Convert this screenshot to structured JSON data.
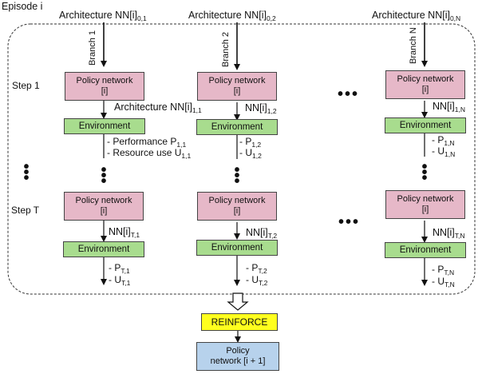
{
  "episode_label": "Episode i",
  "step_labels": {
    "step1": "Step 1",
    "stepT": "Step T"
  },
  "columns": [
    {
      "top_label": "Architecture NN[i]",
      "top_sub": "0,1",
      "branch": "Branch 1",
      "mid_label": "Architecture NN[i]",
      "mid_sub": "1,1",
      "perf_label": "- Performance P",
      "perf_sub": "1,1",
      "res_label": "- Resource use U",
      "res_sub": "1,1",
      "bottom_mid_label": "NN[i]",
      "bottom_mid_sub": "T,1",
      "pt_label": "- P",
      "pt_sub": "T,1",
      "ut_label": "- U",
      "ut_sub": "T,1"
    },
    {
      "top_label": "Architecture NN[i]",
      "top_sub": "0,2",
      "branch": "Branch 2",
      "mid_label": "NN[i]",
      "mid_sub": "1,2",
      "perf_label": "- P",
      "perf_sub": "1,2",
      "res_label": "- U",
      "res_sub": "1,2",
      "bottom_mid_label": "NN[i]",
      "bottom_mid_sub": "T,2",
      "pt_label": "- P",
      "pt_sub": "T,2",
      "ut_label": "- U",
      "ut_sub": "T,2"
    },
    {
      "top_label": "Architecture NN[i]",
      "top_sub": "0,N",
      "branch": "Branch N",
      "mid_label": "NN[i]",
      "mid_sub": "1,N",
      "perf_label": "- P",
      "perf_sub": "1,N",
      "res_label": "- U",
      "res_sub": "1,N",
      "bottom_mid_label": "NN[i]",
      "bottom_mid_sub": "T,N",
      "pt_label": "- P",
      "pt_sub": "T,N",
      "ut_label": "- U",
      "ut_sub": "T,N"
    }
  ],
  "policy_box": {
    "line1": "Policy network",
    "line2": "[i]"
  },
  "env_box": "Environment",
  "ellipsis": "•••",
  "vertical_ellipsis": "•",
  "reinforce_label": "REINFORCE",
  "final_box": {
    "line1": "Policy",
    "line2": "network [i + 1]"
  },
  "colors": {
    "policy": "#e6b8c8",
    "environment": "#a8dc8e",
    "reinforce": "#ffff1e",
    "final": "#b7d2ec"
  }
}
